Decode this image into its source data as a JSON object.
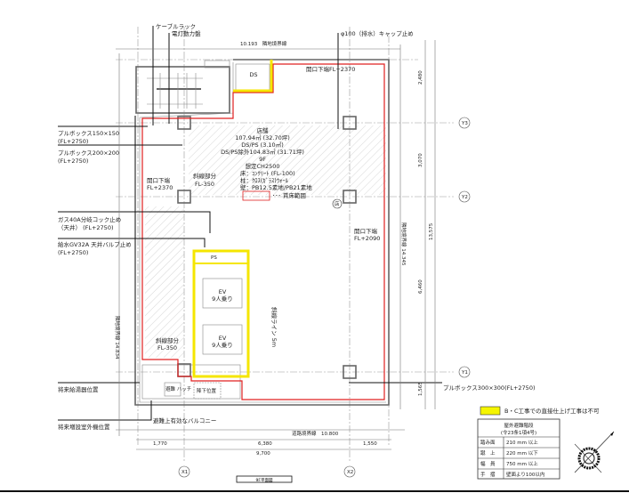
{
  "drawing_title": "9F平面図",
  "callouts": {
    "cable_rack": "ケーブルラック",
    "power_panel": "電灯動力盤",
    "drain_cap": "φ100（排水）キャップ止め",
    "pullbox150": "プルボックス150×150",
    "pullbox150_fl": "(FL+2750)",
    "pullbox200": "プルボックス200×200",
    "pullbox200_fl": "(FL+2750)",
    "gas": "ガス40A分岐コック止め",
    "gas_fl": "（天井） (FL+2750)",
    "water": "給水GV32A 天井バルブ止め",
    "water_fl": "(FL+2750)",
    "water_heater": "将来給湯器位置",
    "outdoor_unit": "将来増設室外機位置",
    "balcony": "避難上有効なバルコニー",
    "pullbox300": "プルボックス300×300(FL+2750)"
  },
  "rooms": {
    "shop_name": "店舗",
    "shop_area1": "107.94㎡ (32.70坪)",
    "shop_area2": "DS/PS (3.10㎡)",
    "shop_area3": "DS/PS除外104.83㎡ (31.71坪)",
    "floor": "9F",
    "ceiling": "想定CH2500",
    "floor_finish": "床：ｺﾝｸﾘｰﾄ (FL-100)",
    "column": "柱：ｸﾛｽ(ｶﾞﾗｽ)ｳｫｰﾙ",
    "wall_finish": "壁：PB12.5素地/PB21素地",
    "rental_legend": "･･･ 賃床範囲",
    "ds": "DS",
    "ps": "PS",
    "ev1": "EV",
    "ev1_cap": "9人乗り",
    "ev2": "EV",
    "ev2_cap": "9人乗り",
    "slope1": "斜線部分",
    "slope1_fl": "FL-350",
    "slope2": "斜線部分",
    "slope2_fl": "FL-350",
    "opening_top": "開口下端FL+2370",
    "opening_left": "開口下端",
    "opening_left_fl": "FL+2370",
    "opening_right": "開口下端",
    "opening_right_fl": "FL+2090",
    "evac": "避難\nハッチ",
    "descent": "降下位置",
    "slant_line": "斜線ライン 5m",
    "shop_sign": "店"
  },
  "dimensions": {
    "top_boundary": "10.193　隣地境界線",
    "bottom_road": "道路境界線　10.800",
    "bottom_1": "1,770",
    "bottom_2": "6,380",
    "bottom_3": "1,550",
    "bottom_total": "9,700",
    "right_1": "2,480",
    "right_2": "3,070",
    "right_3": "6,460",
    "right_4": "1,565",
    "right_total": "13,575",
    "right_boundary": "隣地境界線 14.345",
    "left_boundary": "隣地境界線 14.834"
  },
  "grid_labels": {
    "x1": "X1",
    "x2": "X2",
    "y1": "Y1",
    "y2": "Y2",
    "y3": "Y3"
  },
  "legend": {
    "yellow_note": "B・C工事での直接仕上げ工事は不可",
    "yellow_color": "#f5f500",
    "table_title": "屋外避難階段",
    "table_subtitle": "(令23条1項4号)",
    "rows": [
      {
        "label": "踏み面",
        "value": "210 mm 以上"
      },
      {
        "label": "蹴　上",
        "value": "220 mm 以下"
      },
      {
        "label": "幅　員",
        "value": "750 mm 以上"
      },
      {
        "label": "手　摺",
        "value": "壁面より100以内"
      }
    ]
  },
  "colors": {
    "rental_line": "#e02020",
    "restricted": "#f5e600"
  }
}
